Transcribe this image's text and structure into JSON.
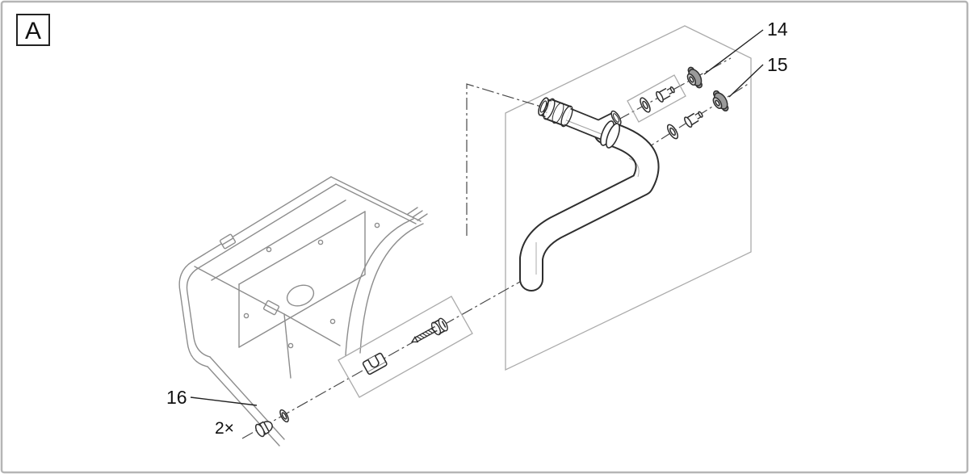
{
  "figure": {
    "view_label": "A",
    "callouts": [
      {
        "label": "14"
      },
      {
        "label": "15"
      },
      {
        "label": "16"
      }
    ],
    "quantity_label": "2×"
  },
  "colors": {
    "background": "#ffffff",
    "frame_border": "#b5b5b5",
    "part_outline": "#2e2e2e",
    "housing_outline": "#8d8d8d",
    "construction_line": "#ababab",
    "center_line": "#4a4a4a",
    "knob_fill": "#9a9a9a"
  }
}
